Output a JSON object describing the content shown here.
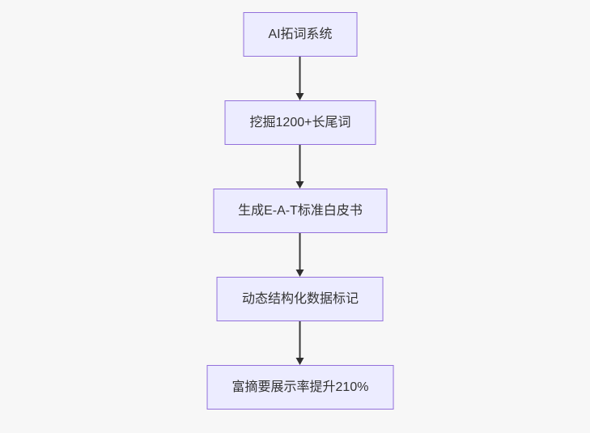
{
  "canvas": {
    "background_color": "#f7f7f7"
  },
  "flowchart": {
    "type": "flowchart-top-down",
    "node_fill_color": "#ECECFF",
    "node_border_color": "#9370DB",
    "node_text_color": "#333333",
    "edge_color": "#333333",
    "nodes": [
      {
        "label": "AI拓词系统"
      },
      {
        "label": "挖掘1200+长尾词"
      },
      {
        "label": "生成E-A-T标准白皮书"
      },
      {
        "label": "动态结构化数据标记"
      },
      {
        "label": "富摘要展示率提升210%"
      }
    ]
  }
}
